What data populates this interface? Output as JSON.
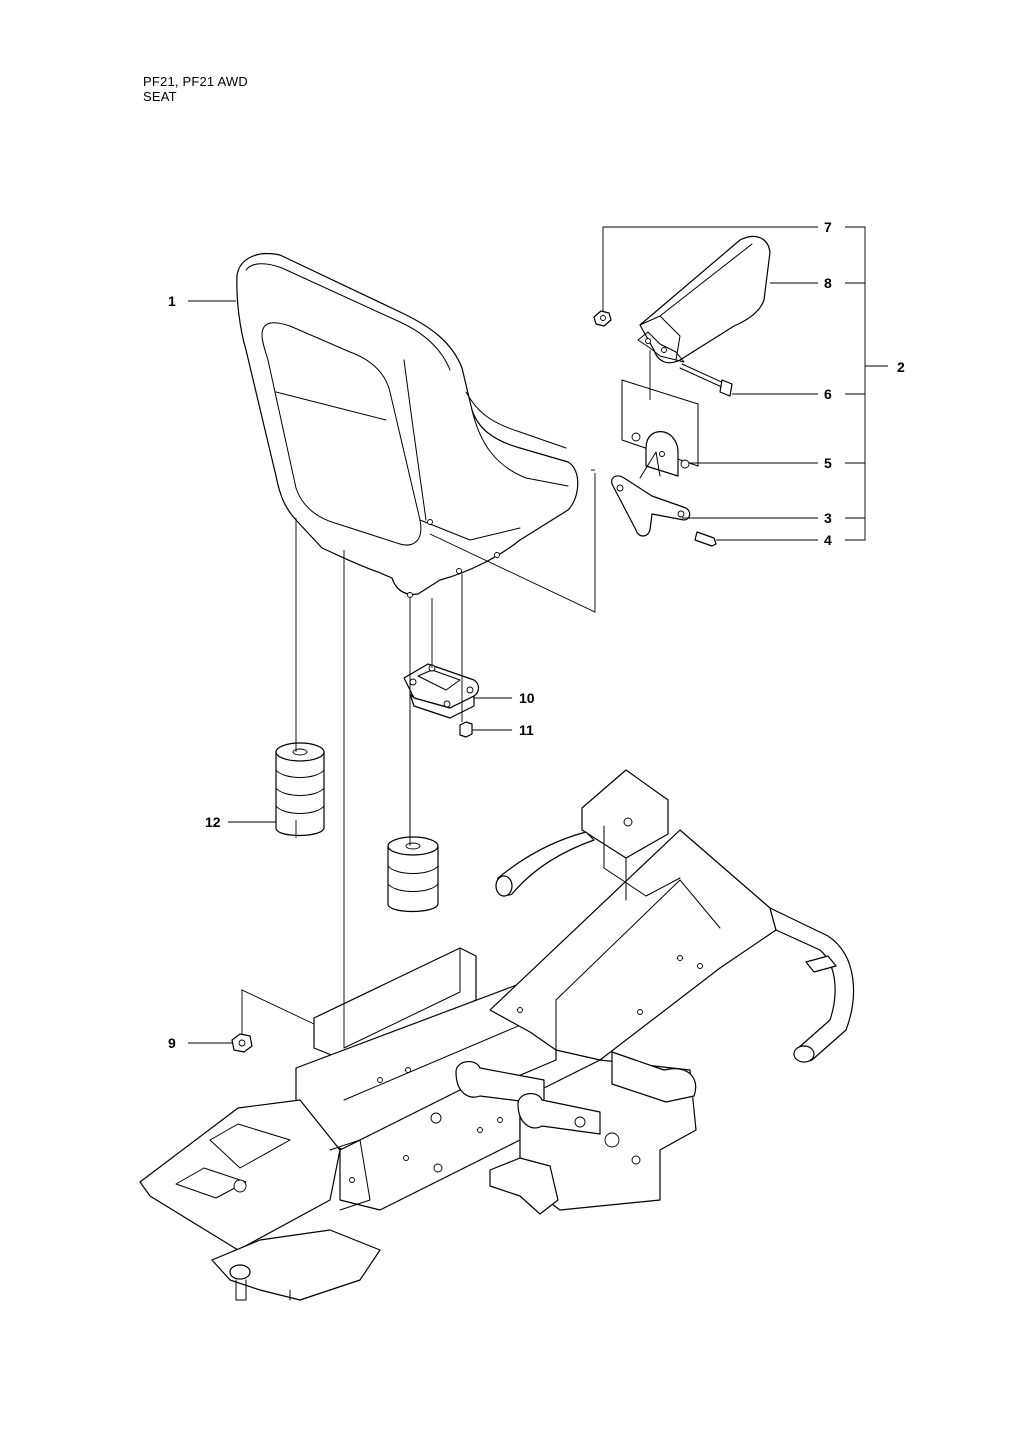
{
  "header": {
    "model": "PF21, PF21 AWD",
    "section": "SEAT"
  },
  "callouts": {
    "c1": "1",
    "c2": "2",
    "c3": "3",
    "c4": "4",
    "c5": "5",
    "c6": "6",
    "c7": "7",
    "c8": "8",
    "c9": "9",
    "c10": "10",
    "c11": "11",
    "c12": "12"
  }
}
